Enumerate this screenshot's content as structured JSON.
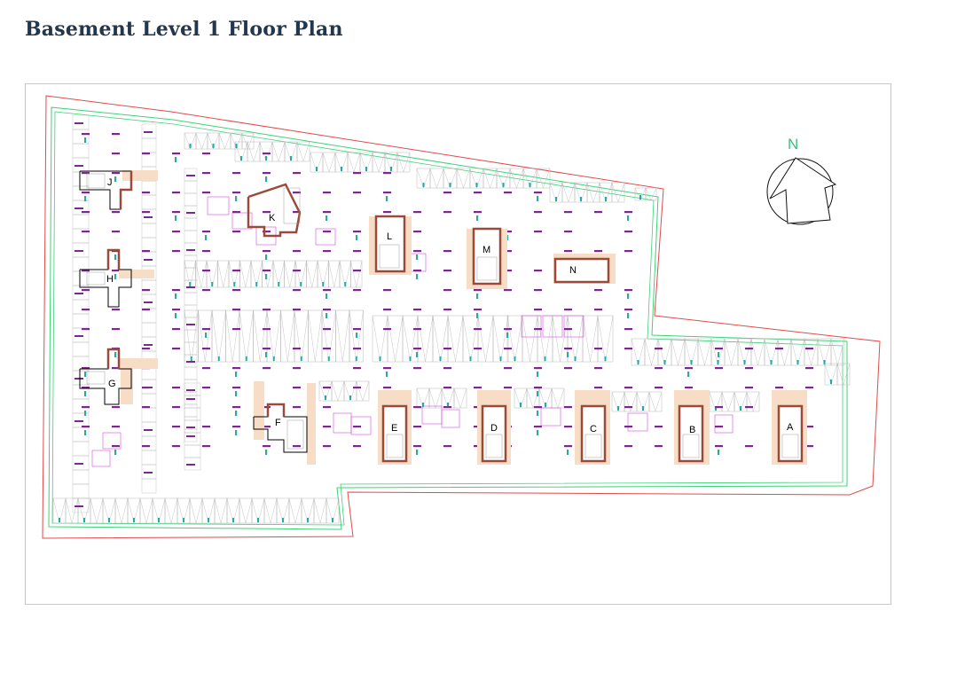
{
  "header": {
    "title": "Basement Level 1 Floor Plan"
  },
  "compass": {
    "label": "N"
  },
  "cores": [
    {
      "label": "J"
    },
    {
      "label": "K"
    },
    {
      "label": "L"
    },
    {
      "label": "M"
    },
    {
      "label": "N"
    },
    {
      "label": "H"
    },
    {
      "label": "G"
    },
    {
      "label": "F"
    },
    {
      "label": "E"
    },
    {
      "label": "D"
    },
    {
      "label": "C"
    },
    {
      "label": "B"
    },
    {
      "label": "A"
    }
  ],
  "colors": {
    "title": "#22364d",
    "boundary": "#e04b4b",
    "green_line": "#3fd07a",
    "core_wall": "#9b4a3a",
    "core_fill": "#f7dcc6",
    "magenta": "#d24be0",
    "parking_stroke": "#b8b8b8",
    "teal": "#2aa8a8",
    "purple": "#7a2a8a"
  }
}
